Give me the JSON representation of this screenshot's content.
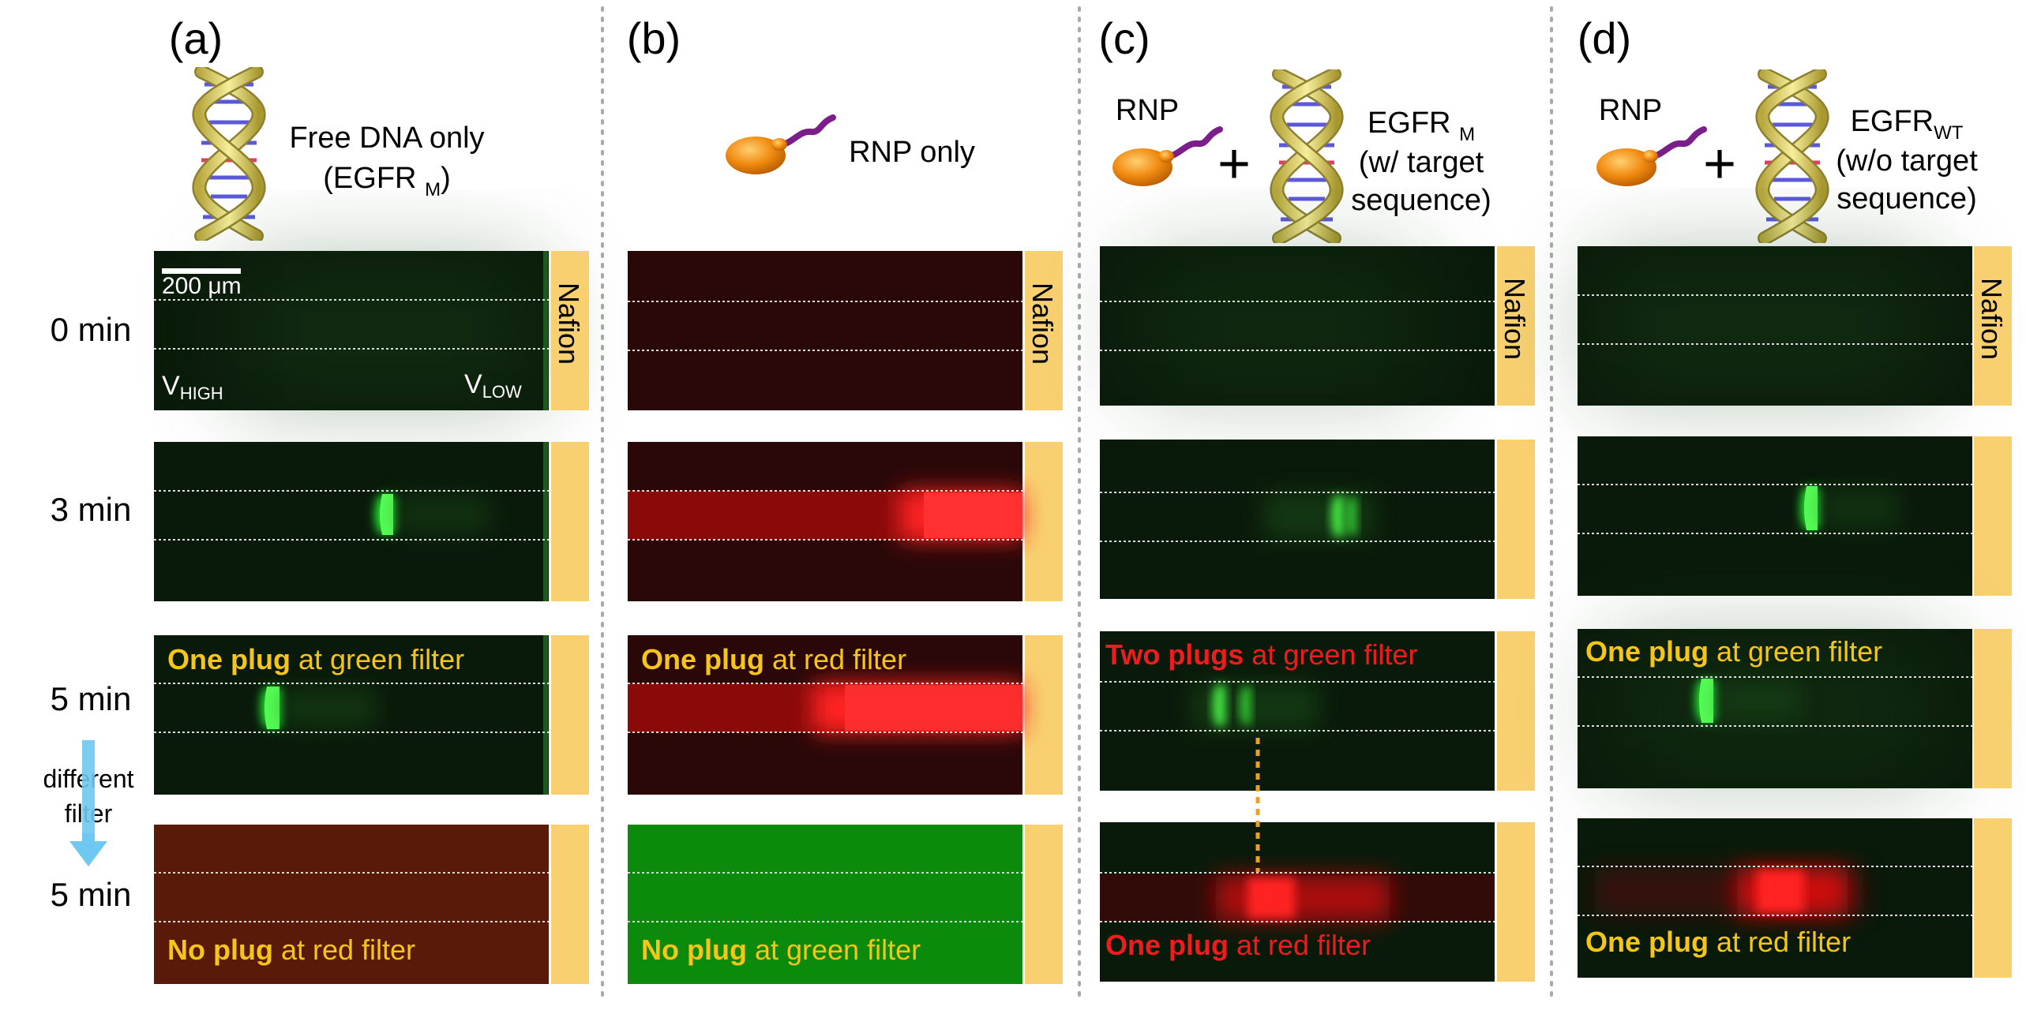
{
  "panels": [
    {
      "letter": "(a)",
      "header": [
        "Free DNA only",
        "(EGFR ",
        "M",
        ")"
      ],
      "scale_bar": "200 μm",
      "v_high": [
        "V",
        "HIGH"
      ],
      "v_low": [
        "V",
        "LOW"
      ],
      "nafion": "Nafion"
    },
    {
      "letter": "(b)",
      "header": [
        "RNP only"
      ],
      "nafion": "Nafion"
    },
    {
      "letter": "(c)",
      "rnp": "RNP",
      "plus": "+",
      "header": [
        "EGFR ",
        "M",
        "(w/ target",
        "sequence)"
      ],
      "nafion": "Nafion"
    },
    {
      "letter": "(d)",
      "rnp": "RNP",
      "plus": "+",
      "header": [
        "EGFR",
        "WT",
        "(w/o target",
        "sequence)"
      ],
      "nafion": "Nafion"
    }
  ],
  "row_labels": [
    "0 min",
    "3 min",
    "5 min",
    "5 min"
  ],
  "filter_note": [
    "different",
    "filter"
  ],
  "annotations": {
    "a5g": [
      "One plug",
      " at green filter"
    ],
    "a5r": [
      "No plug",
      " at red filter"
    ],
    "b5r": [
      "One plug",
      " at red filter"
    ],
    "b5g": [
      "No plug",
      " at green filter"
    ],
    "c5g": [
      "Two plugs",
      " at green filter"
    ],
    "c5r": [
      "One plug",
      " at red filter"
    ],
    "d5g": [
      "One plug",
      " at green filter"
    ],
    "d5r": [
      "One plug",
      " at red filter"
    ]
  },
  "colors": {
    "channel_dark": "#0c1a0c",
    "channel_red_dark": "#2a0606",
    "nafion": "#f8d070",
    "green_plug": "#22ee33",
    "red_plug": "#ff2020",
    "label_yellow": "#f5c518",
    "label_red": "#ee1c1c",
    "arrow_blue": "#6ec8f0",
    "divider": "#aaaaaa"
  }
}
